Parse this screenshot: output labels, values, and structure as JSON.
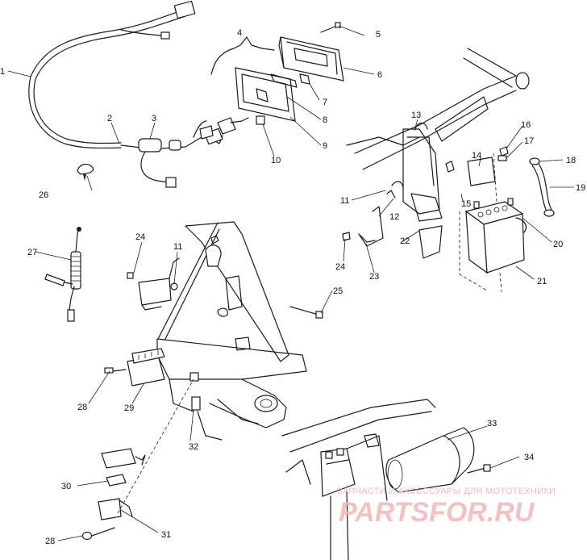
{
  "callouts": {
    "c1": "1",
    "c2": "2",
    "c3": "3",
    "c4": "4",
    "c5": "5",
    "c6": "6",
    "c7": "7",
    "c8": "8",
    "c9": "9",
    "c10": "10",
    "c11a": "11",
    "c11b": "11",
    "c12": "12",
    "c13": "13",
    "c14": "14",
    "c15": "15",
    "c16": "16",
    "c17": "17",
    "c18": "18",
    "c19": "19",
    "c20": "20",
    "c21": "21",
    "c22": "22",
    "c23": "23",
    "c24a": "24",
    "c24b": "24",
    "c25": "25",
    "c26": "26",
    "c27": "27",
    "c28a": "28",
    "c28b": "28",
    "c29": "29",
    "c30": "30",
    "c31": "31",
    "c32": "32",
    "c33": "33",
    "c34": "34"
  },
  "watermark": {
    "tagline": "ЗАПЧАСТИ И АКСЕССУАРЫ ДЛЯ МОТОТЕХНИКИ",
    "brand": "PARTSFOR.RU"
  },
  "colors": {
    "line": "#1a1a1a",
    "watermark": "#f2b7b7",
    "background": "#ffffff"
  }
}
